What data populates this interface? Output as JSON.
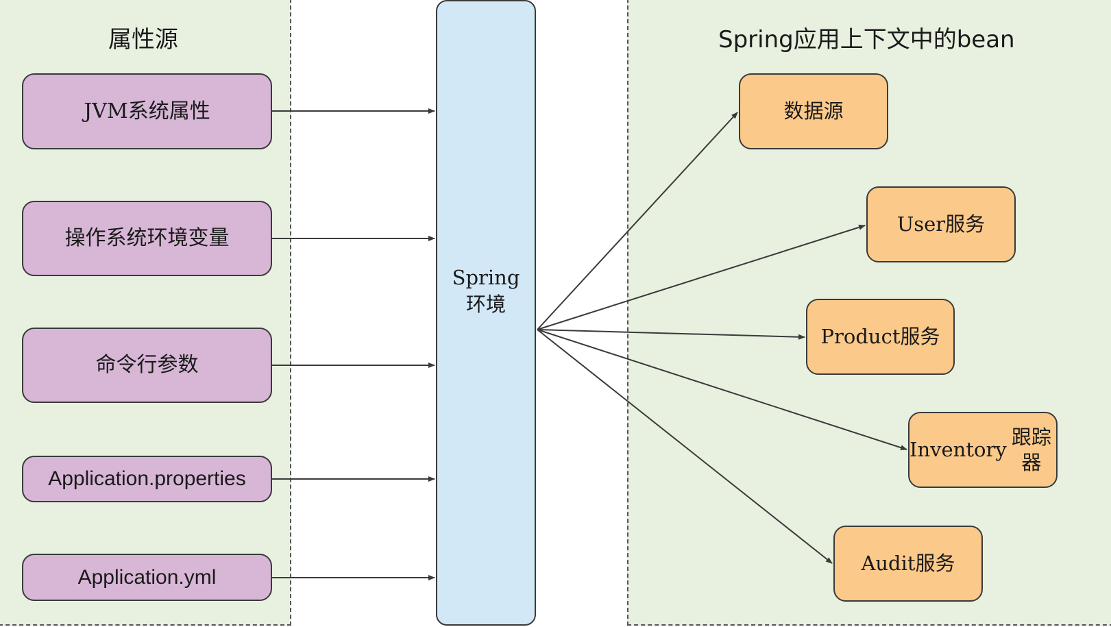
{
  "property_sources_panel": {
    "title": "属性源",
    "items": [
      {
        "label": "JVM系统属性"
      },
      {
        "label": "操作系统环境变量"
      },
      {
        "label": "命令行参数"
      },
      {
        "label": "Application.properties"
      },
      {
        "label": "Application.yml"
      }
    ]
  },
  "environment": {
    "line1": "Spring",
    "line2": "环境"
  },
  "beans_panel": {
    "title": "Spring应用上下文中的bean",
    "items": [
      {
        "line1": "数据源"
      },
      {
        "line1": "User服务"
      },
      {
        "line1": "Product服务"
      },
      {
        "line1": "Inventory",
        "line2": "跟踪器"
      },
      {
        "line1": "Audit服务"
      }
    ]
  },
  "colors": {
    "panel_background": "#e8f0e0",
    "property_source_fill": "#d7b6d6",
    "environment_fill": "#d3e8f6",
    "bean_fill": "#fbc98a",
    "stroke": "#3a3a3a"
  }
}
